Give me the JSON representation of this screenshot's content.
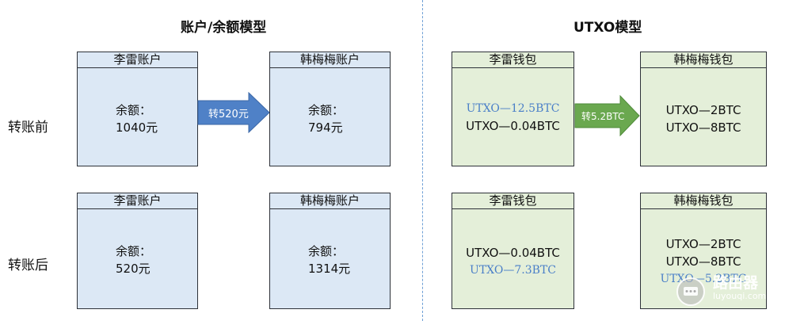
{
  "left": {
    "title": "账户/余额模型",
    "row_before_label": "转账前",
    "row_after_label": "转账后",
    "before": {
      "source": {
        "header": "李雷账户",
        "line1": "余额：",
        "line2": "1040元"
      },
      "target": {
        "header": "韩梅梅账户",
        "line1": "余额：",
        "line2": "794元"
      },
      "arrow_label": "转520元"
    },
    "after": {
      "source": {
        "header": "李雷账户",
        "line1": "余额：",
        "line2": "520元"
      },
      "target": {
        "header": "韩梅梅账户",
        "line1": "余额：",
        "line2": "1314元"
      }
    }
  },
  "right": {
    "title": "UTXO模型",
    "before": {
      "source": {
        "header": "李雷钱包",
        "line1": "UTXO—12.5BTC",
        "line2": "UTXO—0.04BTC"
      },
      "target": {
        "header": "韩梅梅钱包",
        "line1": "UTXO—2BTC",
        "line2": "UTXO—8BTC"
      },
      "arrow_label": "转5.2BTC"
    },
    "after": {
      "source": {
        "header": "李雷钱包",
        "line1": "UTXO—0.04BTC",
        "line2": "UTXO—7.3BTC"
      },
      "target": {
        "header": "韩梅梅钱包",
        "line1": "UTXO—2BTC",
        "line2": "UTXO—8BTC",
        "line3": "UTXO—5.2BTC"
      }
    }
  },
  "watermark": {
    "brand": "路由器",
    "site": "luyouqi.com"
  },
  "colors": {
    "account_fill": "#dce8f5",
    "wallet_fill": "#e4efd9",
    "account_arrow": "#4f81c7",
    "wallet_arrow": "#6aa84f",
    "highlight_text": "#4a7fc8",
    "divider": "#6fa0d6"
  }
}
